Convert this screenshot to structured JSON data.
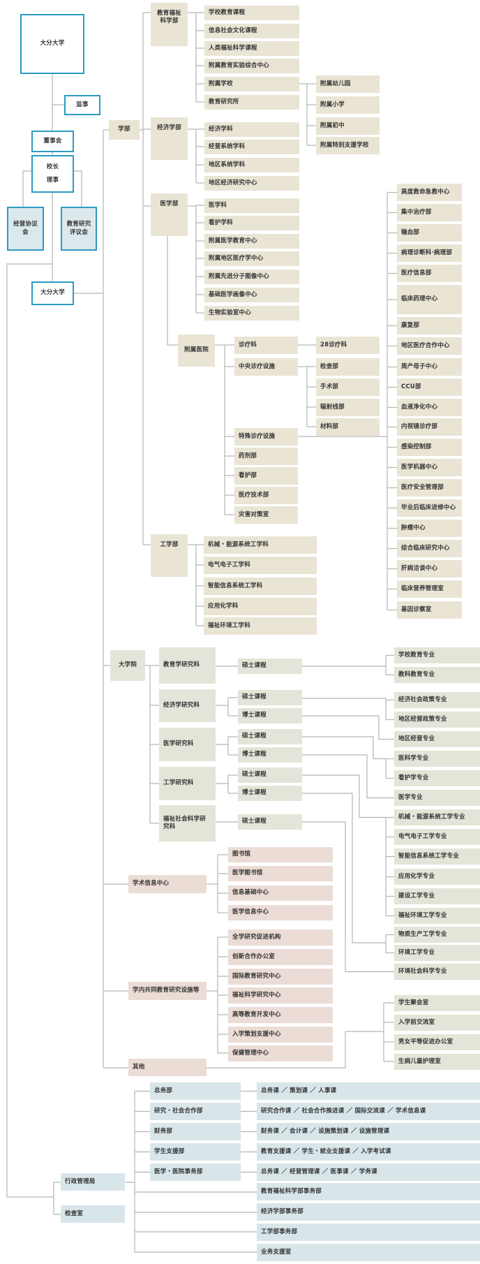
{
  "governance": {
    "university_top": "大分大学",
    "auditor": "监事",
    "board": "董事会",
    "president": "校长",
    "director": "理事",
    "mgmt_council": "经营协议会",
    "edu_council": "教育研究评议会",
    "university": "大分大学"
  },
  "faculties": {
    "label": "学部",
    "edu": {
      "name": "教育福祉科学部",
      "children": [
        "学校教育课程",
        "信息社会文化课程",
        "人类福祉科学课程",
        "附属教育实验综合中心",
        "附属学校",
        "教育研究所"
      ],
      "school_children": [
        "附属幼儿园",
        "附属小学",
        "附属初中",
        "附属特别支援学校"
      ]
    },
    "econ": {
      "name": "经济学部",
      "children": [
        "经济学科",
        "经营系统学科",
        "地区系统学科",
        "地区经济研究中心"
      ]
    },
    "med": {
      "name": "医学部",
      "children": [
        "医学科",
        "看护学科",
        "附属医学教育中心",
        "附属地区医疗学中心",
        "附属先进分子图像中心",
        "基础医学画像中心",
        "生物实验室中心"
      ]
    },
    "hospital": {
      "name": "附属医院",
      "clinical": "诊疗科",
      "clinical_sub": "28诊疗科",
      "central": "中央诊疗设施",
      "central_children": [
        "检查部",
        "手术部",
        "辐射线部",
        "材料部"
      ],
      "special": "特殊诊疗设施",
      "others": [
        "药剂部",
        "看护部",
        "医疗技术部",
        "灾害对策室"
      ],
      "special_children": [
        "高度救命急救中心",
        "集中治疗部",
        "输血部",
        "病理诊断科·病理部",
        "医疗信息部",
        "临床药理中心",
        "康复部",
        "地区医疗合作中心",
        "周产母子中心",
        "CCU部",
        "血液净化中心",
        "内视镜诊疗部",
        "感染控制部",
        "医学机器中心",
        "医疗安全管理部",
        "毕业后临床进修中心",
        "肿瘤中心",
        "综合临床研究中心",
        "肝病洽谈中心",
        "临床营养管理室",
        "基因诊察室"
      ]
    },
    "eng": {
      "name": "工学部",
      "children": [
        "机械・能源系统工学科",
        "电气电子工学科",
        "智能信息系统工学科",
        "应用化学科",
        "福祉环境工学科"
      ]
    }
  },
  "graduate": {
    "label": "大学院",
    "schools": [
      {
        "name": "教育学研究科",
        "courses": [
          "硕士课程"
        ]
      },
      {
        "name": "经济学研究科",
        "courses": [
          "硕士课程",
          "博士课程"
        ]
      },
      {
        "name": "医学研究科",
        "courses": [
          "硕士课程",
          "博士课程"
        ]
      },
      {
        "name": "工学研究科",
        "courses": [
          "硕士课程",
          "博士课程"
        ]
      },
      {
        "name": "福祉社会科学研究科",
        "courses": [
          "硕士课程"
        ]
      }
    ],
    "majors": [
      "学校教育专业",
      "教科教育专业",
      "经济社会政策专业",
      "地区经营政策专业",
      "地区经营专业",
      "医科学专业",
      "看护学专业",
      "医学专业",
      "机械・能源系统工学专业",
      "电气电子工学专业",
      "智能信息系统工学专业",
      "应用化学专业",
      "建设工学专业",
      "福祉环境工学专业",
      "物质生产工学专业",
      "环境工学专业",
      "环境社会科学专业"
    ]
  },
  "info": {
    "label": "学术信息中心",
    "children": [
      "图书馆",
      "医学图书馆",
      "信息基础中心",
      "医学信息中心"
    ]
  },
  "joint": {
    "label": "学内共同教育研究设施等",
    "children": [
      "全学研究促进机构",
      "创新合作办公室",
      "国际教育研究中心",
      "福祉科学研究中心",
      "高等教育开发中心",
      "入学策划支援中心",
      "保健管理中心"
    ]
  },
  "other": {
    "label": "其他",
    "children": [
      "学生聚会室",
      "入学前交流室",
      "男女平等促进办公室",
      "生病儿童护理室"
    ]
  },
  "admin": {
    "label": "行政管理局",
    "inspection": "检查室",
    "departments": [
      {
        "name": "总务部",
        "sections": "总务课 ／ 策划课 ／ 人事课"
      },
      {
        "name": "研究・社会合作部",
        "sections": "研究合作课 ／ 社会合作推进课 ／ 国际交流课 ／ 学术信息课"
      },
      {
        "name": "财务部",
        "sections": "财务课 ／ 会计课 ／ 设施策划课 ／ 设施管理课"
      },
      {
        "name": "学生支援部",
        "sections": "教育支援课 ／ 学生・就业支援课 ／ 入学考试课"
      },
      {
        "name": "医学・医院事务部",
        "sections": "总务课 ／ 经营管理课 ／ 医事课 ／ 学务课"
      }
    ],
    "offices": [
      "教育福祉科学部事务部",
      "经济学部事务部",
      "工学部事务部",
      "业务支援室"
    ]
  }
}
